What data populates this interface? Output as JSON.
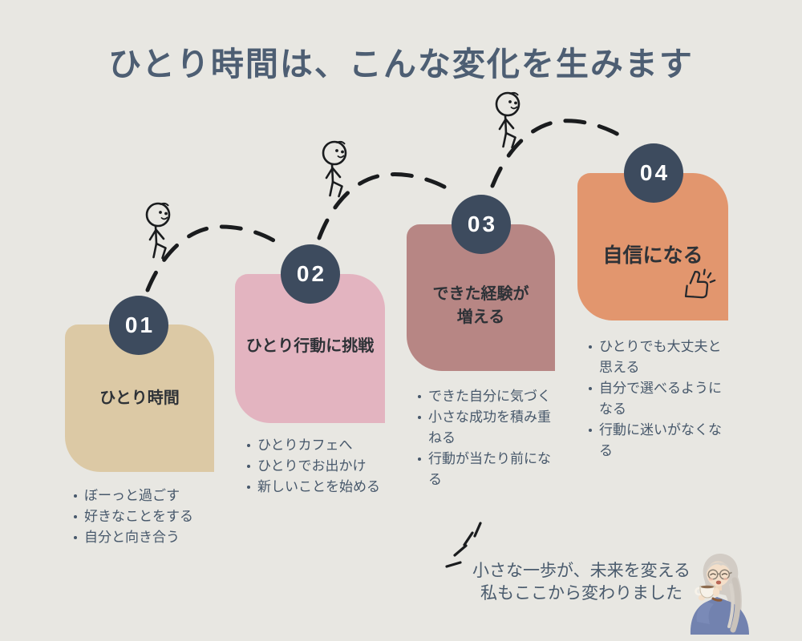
{
  "title": "ひとり時間は、こんな変化を生みます",
  "steps": [
    {
      "number": "01",
      "title_line1": "ひとり時間",
      "bullets": [
        "ぼーっと過ごす",
        "好きなことをする",
        "自分と向き合う"
      ],
      "box_color": "#dcc9a5"
    },
    {
      "number": "02",
      "title_line1": "ひとり行動に挑戦",
      "bullets": [
        "ひとりカフェへ",
        "ひとりでお出かけ",
        "新しいことを始める"
      ],
      "box_color": "#e3b4c0"
    },
    {
      "number": "03",
      "title_line1": "できた経験が",
      "title_line2": "増える",
      "bullets": [
        "できた自分に気づく",
        "小さな成功を積み重ねる",
        "行動が当たり前になる"
      ],
      "box_color": "#b78684"
    },
    {
      "number": "04",
      "title_line1": "自信になる",
      "bullets": [
        "ひとりでも大丈夫と思える",
        "自分で選べるようになる",
        "行動に迷いがなくなる"
      ],
      "box_color": "#e2966e",
      "icon": "thumbs-up-icon"
    }
  ],
  "note": {
    "line1": "小さな一歩が、未来を変える",
    "line2": "私もここから変わりました"
  },
  "colors": {
    "background": "#e8e7e2",
    "title_text": "#4d5e73",
    "badge_fill": "#3d4b5e",
    "badge_text": "#ffffff",
    "body_text": "#47586b",
    "card_title_text": "#2e3237",
    "doodle_ink": "#1a1c1e"
  },
  "icons": {
    "stick_figure": "stick-figure-icon",
    "thumbs_up": "thumbs-up-icon",
    "sparkle_lines": "sparkle-lines-icon",
    "avatar": "avatar-illustration",
    "dashed_arc": "dashed-arc"
  }
}
